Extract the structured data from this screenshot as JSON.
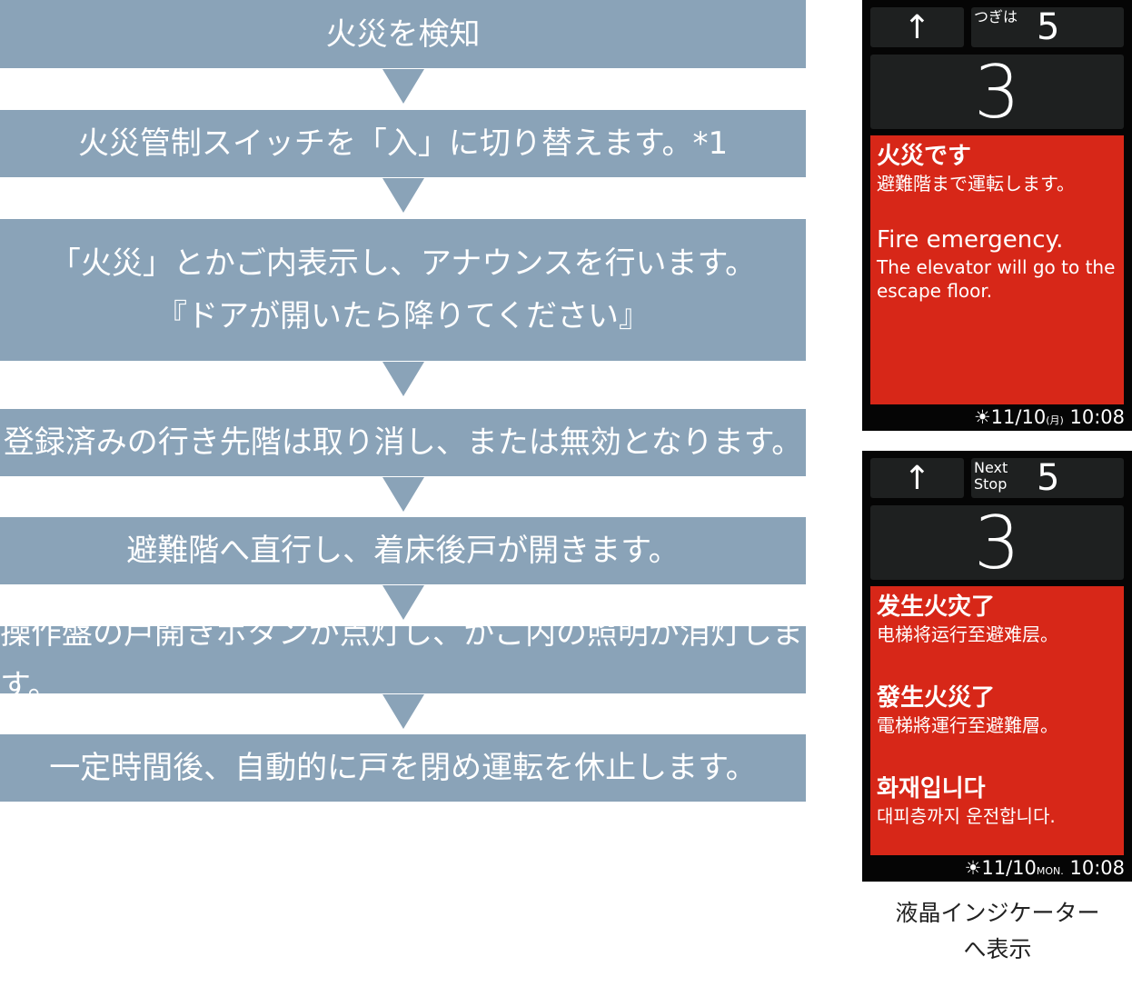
{
  "flow": {
    "steps": [
      {
        "lines": [
          "火災を検知"
        ]
      },
      {
        "lines": [
          "火災管制スイッチを「入」に切り替えます。*1"
        ]
      },
      {
        "lines": [
          "「火災」とかご内表示し、アナウンスを行います。",
          "『ドアが開いたら降りてください』"
        ]
      },
      {
        "lines": [
          "登録済みの行き先階は取り消し、または無効となります。"
        ]
      },
      {
        "lines": [
          "避難階へ直行し、着床後戸が開きます。"
        ]
      },
      {
        "lines": [
          "操作盤の戸開きボタンが点灯し、かご内の照明が消灯します。"
        ]
      },
      {
        "lines": [
          "一定時間後、自動的に戸を閉め運転を休止します。"
        ]
      }
    ]
  },
  "panel_jp": {
    "direction": "↑",
    "next_label": "つぎは",
    "next_floor": "5",
    "current_floor": "3",
    "msg1_title": "火災です",
    "msg1_body": "避難階まで運転します。",
    "msg2_title": "Fire emergency.",
    "msg2_body": "The elevator will go to the escape floor.",
    "date": "11/10",
    "weekday": "(月)",
    "time": "10:08"
  },
  "panel_multi": {
    "direction": "↑",
    "next_label_1": "Next",
    "next_label_2": "Stop",
    "next_floor": "5",
    "current_floor": "3",
    "zh_s_title": "发生火灾了",
    "zh_s_body": "电梯将运行至避难层。",
    "zh_t_title": "發生火災了",
    "zh_t_body": "電梯將運行至避難層。",
    "ko_title": "화재입니다",
    "ko_body": "대피층까지 운전합니다.",
    "date": "11/10",
    "weekday": "MON.",
    "time": "10:08"
  },
  "caption": {
    "line1": "液晶インジケーター",
    "line2": "へ表示"
  },
  "colors": {
    "step": "#8aa3b8",
    "alert": "#d72718",
    "panel": "#050505"
  }
}
